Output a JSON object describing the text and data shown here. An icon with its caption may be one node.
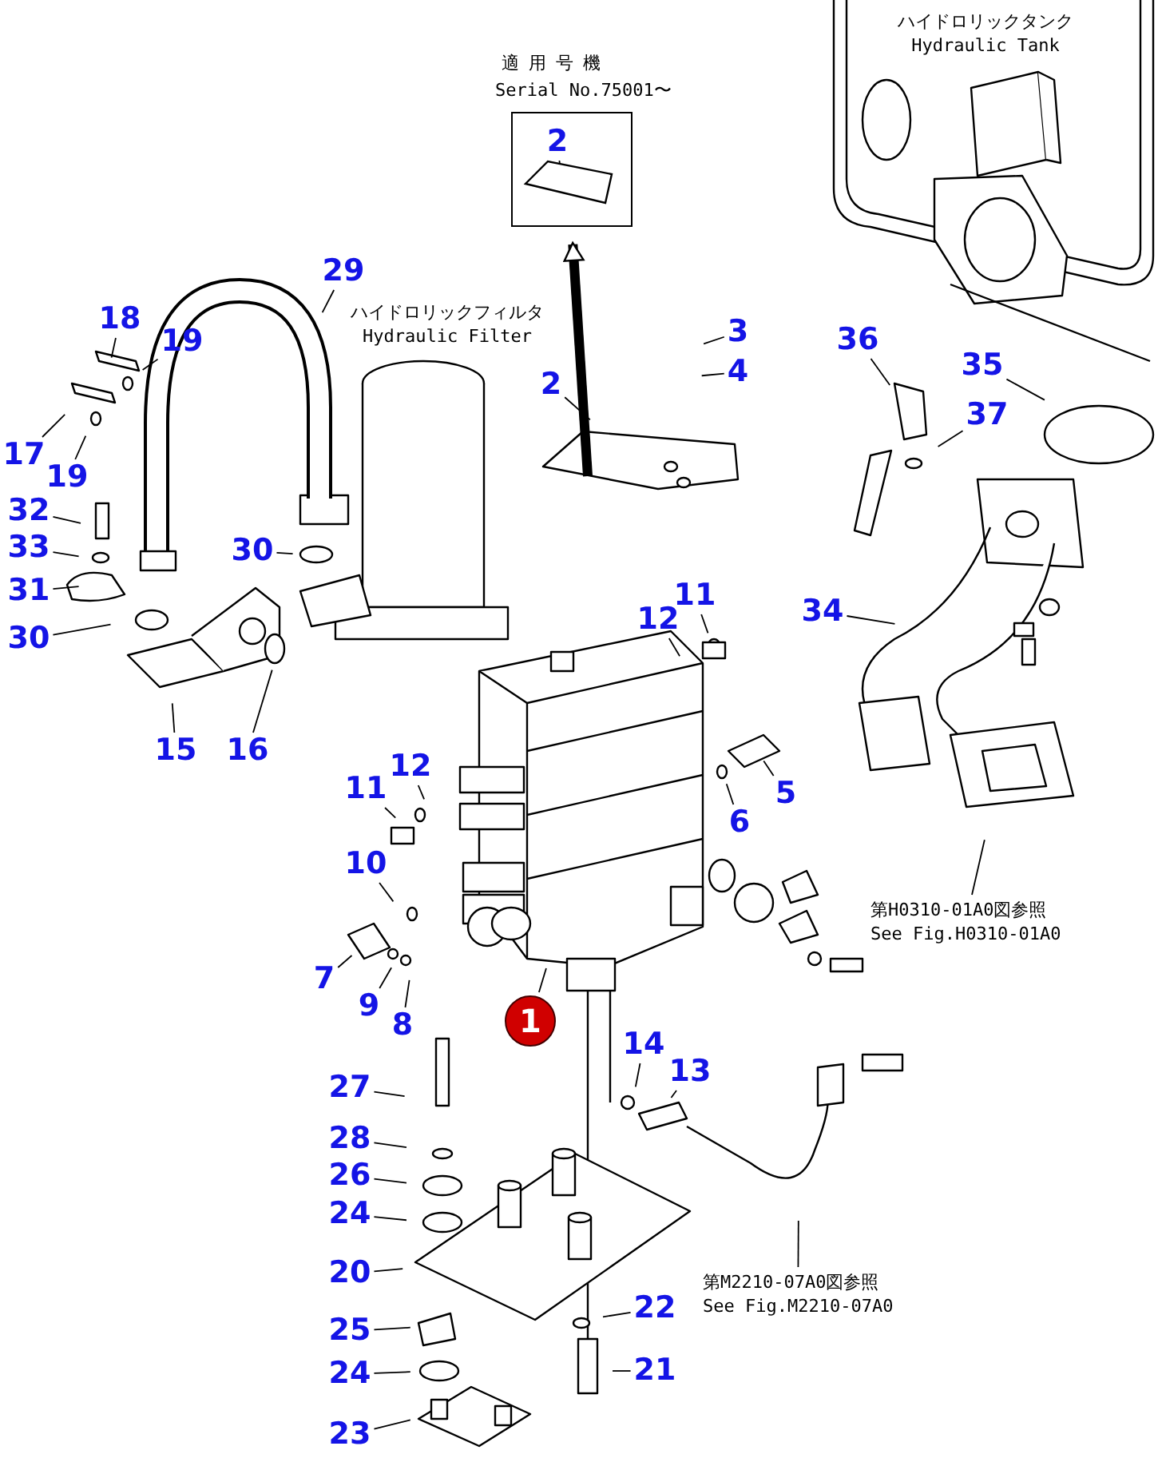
{
  "diagram": {
    "nodes": [
      {
        "text": [
          "適用号機",
          "Serial No.75001〜"
        ]
      },
      {
        "text": [
          "2"
        ],
        "in": 0
      },
      {
        "text": [
          "29"
        ]
      },
      {
        "text": [
          "18"
        ]
      },
      {
        "text": [
          "19"
        ]
      },
      {
        "text": [
          "3"
        ]
      },
      {
        "text": [
          "4"
        ]
      },
      {
        "text": [
          "36"
        ]
      },
      {
        "text": [
          "2"
        ]
      },
      {
        "text": [
          "35"
        ]
      },
      {
        "text": [
          "37"
        ]
      },
      {
        "text": [
          "17"
        ]
      },
      {
        "text": [
          "19"
        ]
      },
      {
        "text": [
          "32"
        ]
      },
      {
        "text": [
          "33"
        ]
      },
      {
        "text": [
          "30"
        ]
      },
      {
        "text": [
          "31"
        ]
      },
      {
        "text": [
          "11"
        ]
      },
      {
        "text": [
          "34"
        ]
      },
      {
        "text": [
          "12"
        ]
      },
      {
        "text": [
          "30"
        ]
      },
      {
        "text": [
          "15"
        ]
      },
      {
        "text": [
          "16"
        ]
      },
      {
        "text": [
          "12"
        ]
      },
      {
        "text": [
          "11"
        ]
      },
      {
        "text": [
          "5"
        ]
      },
      {
        "text": [
          "6"
        ]
      },
      {
        "text": [
          "10"
        ]
      },
      {
        "text": [
          "第H0310-01A0図参照",
          "See Fig.H0310-01A0"
        ]
      },
      {
        "text": [
          "7"
        ]
      },
      {
        "text": [
          "9"
        ]
      },
      {
        "text": [
          "1"
        ]
      },
      {
        "text": [
          "8"
        ]
      },
      {
        "text": [
          "14"
        ]
      },
      {
        "text": [
          "13"
        ]
      },
      {
        "text": [
          "27"
        ]
      },
      {
        "text": [
          "28"
        ]
      },
      {
        "text": [
          "26"
        ]
      },
      {
        "text": [
          "24"
        ]
      },
      {
        "text": [
          "20"
        ]
      },
      {
        "text": [
          "第M2210-07A0図参照",
          "See Fig.M2210-07A0"
        ]
      },
      {
        "text": [
          "22"
        ]
      },
      {
        "text": [
          "25"
        ]
      },
      {
        "text": [
          "21"
        ]
      },
      {
        "text": [
          "24"
        ]
      },
      {
        "text": [
          "23"
        ]
      }
    ],
    "edges": [
      {
        "from": null,
        "to": 0,
        "arrow": "to",
        "style": "thick"
      },
      {
        "from": 1,
        "to": null,
        "arrow": "none"
      },
      {
        "from": 2,
        "to": null,
        "arrow": "none"
      },
      {
        "from": 3,
        "to": null,
        "arrow": "none"
      },
      {
        "from": 4,
        "to": null,
        "arrow": "none"
      },
      {
        "from": 5,
        "to": null,
        "arrow": "none"
      },
      {
        "from": 6,
        "to": null,
        "arrow": "none"
      },
      {
        "from": 7,
        "to": null,
        "arrow": "none"
      },
      {
        "from": 8,
        "to": null,
        "arrow": "none"
      },
      {
        "from": 9,
        "to": null,
        "arrow": "none"
      },
      {
        "from": 10,
        "to": null,
        "arrow": "none"
      },
      {
        "from": 11,
        "to": null,
        "arrow": "none"
      },
      {
        "from": 12,
        "to": null,
        "arrow": "none"
      },
      {
        "from": 13,
        "to": null,
        "arrow": "none"
      },
      {
        "from": 14,
        "to": null,
        "arrow": "none"
      },
      {
        "from": 15,
        "to": null,
        "arrow": "none"
      },
      {
        "from": 16,
        "to": null,
        "arrow": "none"
      },
      {
        "from": 17,
        "to": null,
        "arrow": "none"
      },
      {
        "from": 18,
        "to": null,
        "arrow": "none"
      },
      {
        "from": 19,
        "to": null,
        "arrow": "none"
      },
      {
        "from": 20,
        "to": null,
        "arrow": "none"
      },
      {
        "from": 21,
        "to": null,
        "arrow": "none"
      },
      {
        "from": 22,
        "to": null,
        "arrow": "none"
      },
      {
        "from": 23,
        "to": null,
        "arrow": "none"
      },
      {
        "from": 24,
        "to": null,
        "arrow": "none"
      },
      {
        "from": 25,
        "to": null,
        "arrow": "none"
      },
      {
        "from": 26,
        "to": null,
        "arrow": "none"
      },
      {
        "from": 27,
        "to": null,
        "arrow": "none"
      },
      {
        "from": 28,
        "to": null,
        "arrow": "none"
      },
      {
        "from": 29,
        "to": null,
        "arrow": "none"
      },
      {
        "from": 30,
        "to": null,
        "arrow": "none"
      },
      {
        "from": 31,
        "to": null,
        "arrow": "none"
      },
      {
        "from": 32,
        "to": null,
        "arrow": "none"
      },
      {
        "from": 33,
        "to": null,
        "arrow": "none"
      },
      {
        "from": 34,
        "to": null,
        "arrow": "none"
      },
      {
        "from": 35,
        "to": null,
        "arrow": "none"
      },
      {
        "from": 36,
        "to": null,
        "arrow": "none"
      },
      {
        "from": 37,
        "to": null,
        "arrow": "none"
      },
      {
        "from": 38,
        "to": null,
        "arrow": "none"
      },
      {
        "from": 39,
        "to": null,
        "arrow": "none"
      },
      {
        "from": 40,
        "to": null,
        "arrow": "none"
      },
      {
        "from": 41,
        "to": null,
        "arrow": "none"
      },
      {
        "from": 42,
        "to": null,
        "arrow": "none"
      },
      {
        "from": 43,
        "to": null,
        "arrow": "none"
      },
      {
        "from": 44,
        "to": null,
        "arrow": "none"
      },
      {
        "from": 45,
        "to": null,
        "arrow": "none"
      }
    ],
    "labels": [
      "ハイドロリックタンク",
      "Hydraulic Tank",
      "ハイドロリックフィルタ",
      "Hydraulic Filter"
    ]
  }
}
